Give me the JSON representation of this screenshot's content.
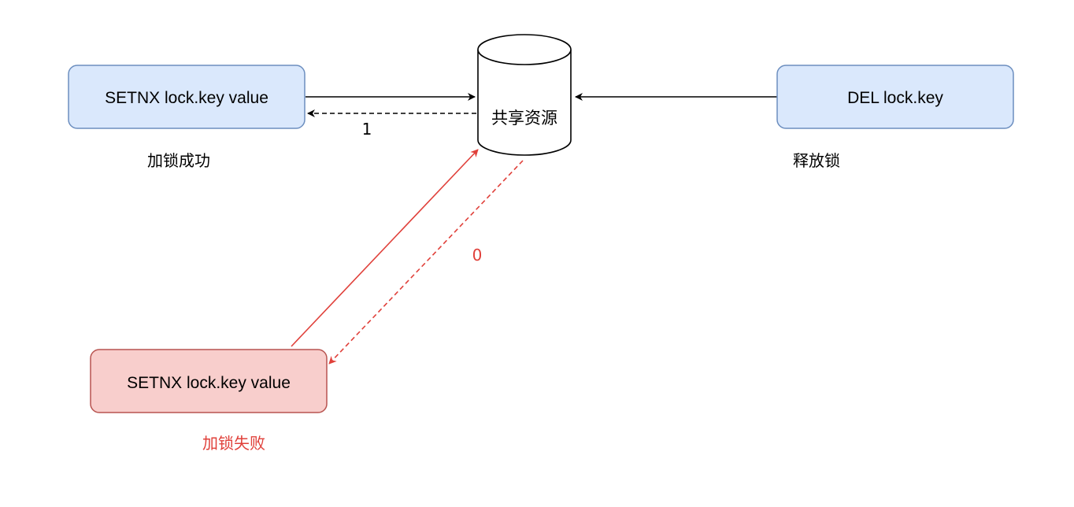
{
  "nodes": {
    "setnx_success": {
      "label": "SETNX lock.key value"
    },
    "shared_resource": {
      "label": "共享资源"
    },
    "del_lock": {
      "label": "DEL lock.key"
    },
    "setnx_fail": {
      "label": "SETNX lock.key value"
    }
  },
  "captions": {
    "lock_success": "加锁成功",
    "release_lock": "释放锁",
    "lock_fail": "加锁失败"
  },
  "edges": {
    "success_return": "1",
    "fail_return": "0"
  },
  "colors": {
    "blue_fill": "#dae8fc",
    "blue_stroke": "#6c8ebf",
    "red_fill": "#f8cecc",
    "red_stroke": "#b85450",
    "red_line": "#e0403a",
    "black": "#000000"
  }
}
